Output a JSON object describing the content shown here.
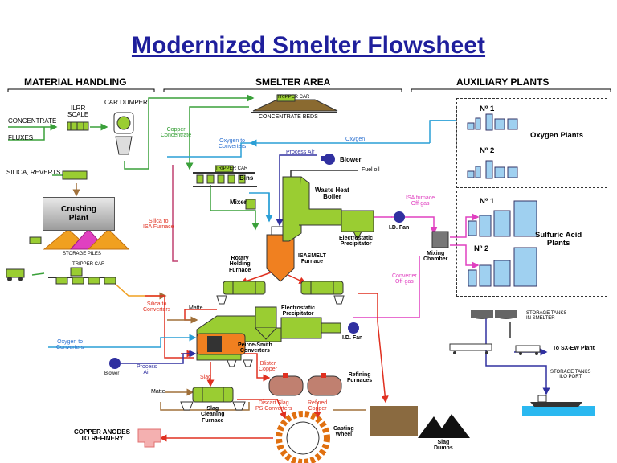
{
  "title": "Modernized Smelter Flowsheet",
  "sections": {
    "material_handling": "MATERIAL HANDLING",
    "smelter_area": "SMELTER AREA",
    "auxiliary_plants": "AUXILIARY PLANTS"
  },
  "labels": {
    "concentrate": "CONCENTRATE",
    "fluxes": "FLUXES",
    "ilrr_scale": "ILRR\nSCALE",
    "car_dumper": "CAR DUMPER",
    "silica_reverts": "SILICA, REVERTS",
    "crushing_plant": "Crushing\nPlant",
    "storage_piles": "STORAGE PILES",
    "tripper_car_1": "TRIPPER CAR",
    "tripper_car_2": "TRIPPER CAR",
    "tripper_car_3": "TRIPPER CAR",
    "concentrate_beds": "CONCENTRATE BEDS",
    "copper_concentrate": "Copper\nConcentrate",
    "oxygen_to_converters_1": "Oxygen to\nConverters",
    "oxygen": "Oxygen",
    "process_air_1": "Process Air",
    "blower_1": "Blower",
    "fuel_oil": "Fuel oil",
    "bins": "Bins",
    "mixer": "Mixer",
    "waste_heat_boiler": "Waste Heat\nBoiler",
    "silica_to_isa": "Silica to\nISA Furnace",
    "isa_offgas": "ISA furnace\nOff-gas",
    "electrostatic_precipitator_1": "Electrostatic\nPrecipitator",
    "id_fan_1": "I.D. Fan",
    "mixing_chamber": "Mixing\nChamber",
    "converter_offgas": "Converter\nOff-gas",
    "rotary_holding": "Rotary\nHolding\nFurnace",
    "isasmelt": "ISASMELT\nFurnace",
    "silica_to_converters": "Silica to\nConverters",
    "matte_1": "Matte",
    "electrostatic_precipitator_2": "Electrostatic\nPrecipitator",
    "id_fan_2": "I.D. Fan",
    "oxygen_to_converters_2": "Oxygen to\nConverters",
    "peirce_smith": "Peirce-Smith\nConverters",
    "blower_2": "Blower",
    "process_air_2": "Process\nAir",
    "blister_copper": "Blister\nCopper",
    "slag": "Slag",
    "refining_furnaces": "Refining\nFurnaces",
    "matte_2": "Matte",
    "slag_cleaning": "Slag\nCleaning\nFurnace",
    "discart_slag": "Discart Slag\nPS Converters",
    "refined_copper": "Refined\nCopper",
    "copper_anodes": "COPPER ANODES\nTO REFINERY",
    "casting_wheel": "Casting\nWheel",
    "slag_dumps": "Slag\nDumps",
    "oxygen_no1": "Nº 1",
    "oxygen_no2": "Nº 2",
    "oxygen_plants": "Oxygen Plants",
    "acid_no1": "Nº 1",
    "acid_no2": "Nº 2",
    "sulfuric_acid_plants": "Sulfuric Acid\nPlants",
    "storage_tanks_smelter": "STORAGE TANKS\nIN SMELTER",
    "to_sx_ew": "To SX-EW Plant",
    "storage_tanks_ilo": "STORAGE TANKS\nILO PORT"
  },
  "colors": {
    "title": "#1f1f9c",
    "equipment_green": "#9acd32",
    "flow_green": "#3aa03a",
    "flow_red": "#e03020",
    "flow_blue": "#2a9fd6",
    "flow_navy": "#3030a0",
    "flow_pink": "#e040c0",
    "flow_brown": "#a0703a",
    "flow_orange": "#f0a020"
  }
}
